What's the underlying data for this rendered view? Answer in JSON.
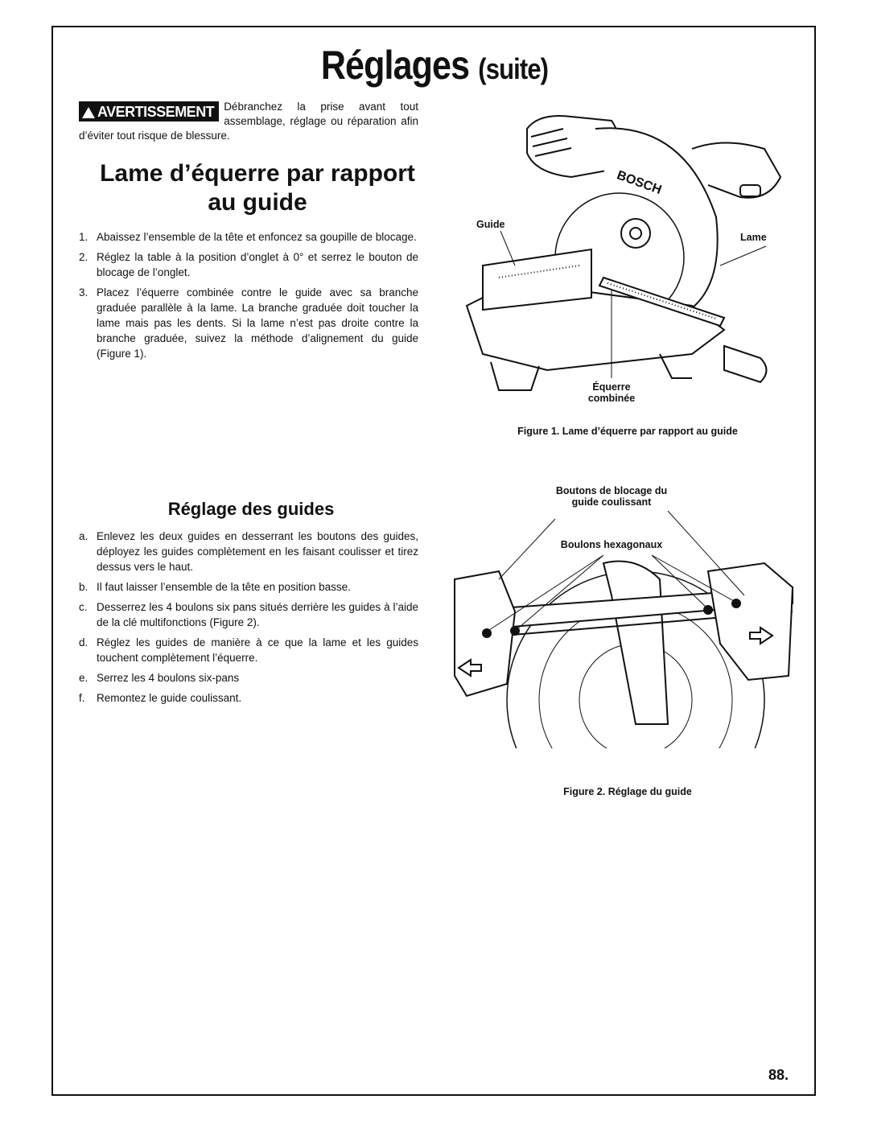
{
  "title": {
    "main": "Réglages",
    "suite": "(suite)"
  },
  "warning": {
    "badge": "AVERTISSEMENT",
    "text": "Débranchez la prise avant tout assemblage, réglage ou réparation afin d’éviter tout risque de blessure."
  },
  "section1": {
    "heading_line1": "Lame d’équerre par rapport",
    "heading_line2": "au guide",
    "items": [
      {
        "n": "1.",
        "text": "Abaissez l’ensemble de la tête et enfoncez sa goupille de blocage."
      },
      {
        "n": "2.",
        "text": "Réglez la table à la position d’onglet à 0° et serrez le bouton de blocage de l’onglet."
      },
      {
        "n": "3.",
        "text": "Placez l’équerre combinée contre le guide avec sa branche graduée parallèle à la lame. La branche graduée doit toucher la lame mais pas les dents. Si la lame n’est pas droite contre la branche graduée, suivez la méthode d’alignement du guide (Figure 1)."
      }
    ]
  },
  "section2": {
    "heading": "Réglage des guides",
    "items": [
      {
        "n": "a.",
        "text": "Enlevez les deux guides en desserrant les boutons des guides, déployez les guides complètement en les faisant coulisser et tirez dessus vers le haut."
      },
      {
        "n": "b.",
        "text": "Il faut laisser l’ensemble de la tête en position basse."
      },
      {
        "n": "c.",
        "text": "Desserrez les 4 boulons six pans situés derrière les guides à l’aide de la clé multifonctions (Figure 2)."
      },
      {
        "n": "d.",
        "text": "Réglez les guides de manière à ce que la lame et les guides touchent complètement l’équerre."
      },
      {
        "n": "e.",
        "text": "Serrez les 4 boulons six-pans"
      },
      {
        "n": "f.",
        "text": "Remontez le guide coulissant."
      }
    ]
  },
  "figure1": {
    "brand": "BOSCH",
    "label_guide": "Guide",
    "label_lame": "Lame",
    "label_equerre_1": "Équerre",
    "label_equerre_2": "combinée",
    "caption": "Figure 1. Lame d’équerre par rapport au guide"
  },
  "figure2": {
    "label_boutons_1": "Boutons de blocage du",
    "label_boutons_2": "guide coulissant",
    "label_boulons": "Boulons hexagonaux",
    "caption": "Figure 2. Réglage du guide"
  },
  "page_number": "88."
}
